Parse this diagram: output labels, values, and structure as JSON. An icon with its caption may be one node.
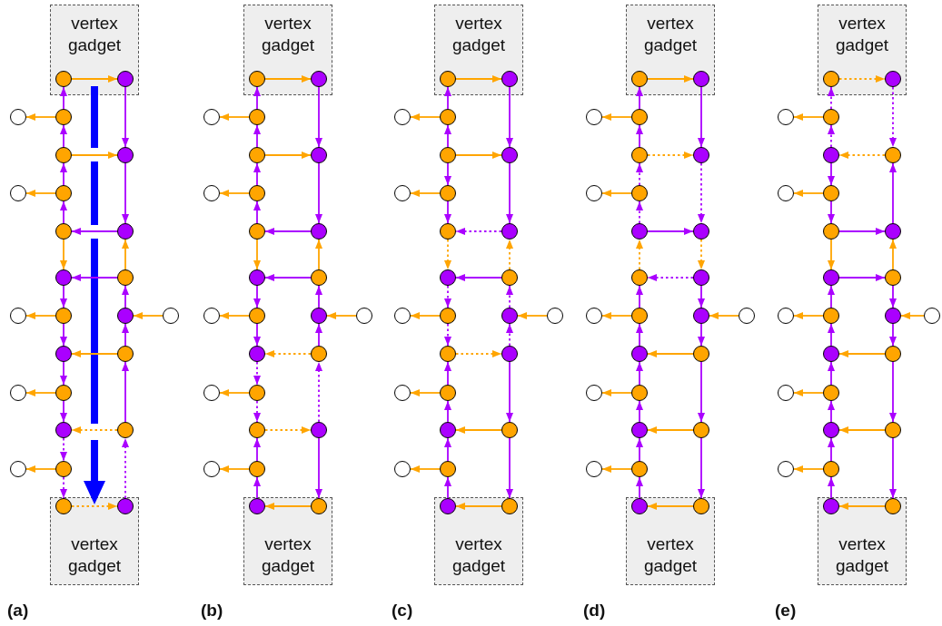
{
  "diagram": {
    "nodes": [
      {
        "text": [
          "vertex gadget"
        ]
      },
      {
        "text": [],
        "shape": "circle",
        "in": 0
      },
      {
        "text": [],
        "shape": "circle",
        "in": 0
      },
      {
        "text": [],
        "shape": "circle"
      },
      {
        "text": [],
        "shape": "circle"
      },
      {
        "text": [],
        "shape": "circle"
      },
      {
        "text": [],
        "shape": "circle"
      },
      {
        "text": [],
        "shape": "circle"
      },
      {
        "text": [],
        "shape": "circle"
      },
      {
        "text": [],
        "shape": "circle"
      },
      {
        "text": [],
        "shape": "circle"
      },
      {
        "text": [],
        "shape": "circle"
      },
      {
        "text": [],
        "shape": "circle"
      },
      {
        "text": [],
        "shape": "circle"
      },
      {
        "text": [],
        "shape": "circle"
      },
      {
        "text": [],
        "shape": "circle"
      },
      {
        "text": [],
        "shape": "circle"
      },
      {
        "text": [],
        "shape": "circle"
      },
      {
        "text": [],
        "shape": "circle"
      },
      {
        "text": [],
        "shape": "circle"
      },
      {
        "text": [],
        "shape": "circle"
      },
      {
        "text": [],
        "shape": "circle"
      },
      {
        "text": [],
        "shape": "circle"
      },
      {
        "text": [],
        "shape": "circle"
      },
      {
        "text": [],
        "shape": "circle"
      },
      {
        "text": [
          "vertex gadget"
        ]
      },
      {
        "text": [],
        "shape": "circle",
        "in": 25
      },
      {
        "text": [],
        "shape": "circle",
        "in": 25
      },
      {
        "text": [
          "vertex gadget"
        ]
      },
      {
        "text": [],
        "shape": "circle",
        "in": 28
      },
      {
        "text": [],
        "shape": "circle",
        "in": 28
      },
      {
        "text": [],
        "shape": "circle"
      },
      {
        "text": [],
        "shape": "circle"
      },
      {
        "text": [],
        "shape": "circle"
      },
      {
        "text": [],
        "shape": "circle"
      },
      {
        "text": [],
        "shape": "circle"
      },
      {
        "text": [],
        "shape": "circle"
      },
      {
        "text": [],
        "shape": "circle"
      },
      {
        "text": [],
        "shape": "circle"
      },
      {
        "text": [],
        "shape": "circle"
      },
      {
        "text": [],
        "shape": "circle"
      },
      {
        "text": [],
        "shape": "circle"
      },
      {
        "text": [],
        "shape": "circle"
      },
      {
        "text": [],
        "shape": "circle"
      },
      {
        "text": [],
        "shape": "circle"
      },
      {
        "text": [],
        "shape": "circle"
      },
      {
        "text": [],
        "shape": "circle"
      },
      {
        "text": [],
        "shape": "circle"
      },
      {
        "text": [],
        "shape": "circle"
      },
      {
        "text": [],
        "shape": "circle"
      },
      {
        "text": [],
        "shape": "circle"
      },
      {
        "text": [],
        "shape": "circle"
      },
      {
        "text": [],
        "shape": "circle"
      },
      {
        "text": [
          "vertex gadget"
        ]
      },
      {
        "text": [],
        "shape": "circle",
        "in": 53
      },
      {
        "text": [],
        "shape": "circle",
        "in": 53
      },
      {
        "text": [
          "vertex gadget"
        ]
      },
      {
        "text": [],
        "shape": "circle",
        "in": 56
      },
      {
        "text": [],
        "shape": "circle",
        "in": 56
      },
      {
        "text": [],
        "shape": "circle"
      },
      {
        "text": [],
        "shape": "circle"
      },
      {
        "text": [],
        "shape": "circle"
      },
      {
        "text": [],
        "shape": "circle"
      },
      {
        "text": [],
        "shape": "circle"
      },
      {
        "text": [],
        "shape": "circle"
      },
      {
        "text": [],
        "shape": "circle"
      },
      {
        "text": [],
        "shape": "circle"
      },
      {
        "text": [],
        "shape": "circle"
      },
      {
        "text": [],
        "shape": "circle"
      },
      {
        "text": [],
        "shape": "circle"
      },
      {
        "text": [],
        "shape": "circle"
      },
      {
        "text": [],
        "shape": "circle"
      },
      {
        "text": [],
        "shape": "circle"
      },
      {
        "text": [],
        "shape": "circle"
      },
      {
        "text": [],
        "shape": "circle"
      },
      {
        "text": [],
        "shape": "circle"
      },
      {
        "text": [],
        "shape": "circle"
      },
      {
        "text": [],
        "shape": "circle"
      },
      {
        "text": [],
        "shape": "circle"
      },
      {
        "text": [],
        "shape": "circle"
      },
      {
        "text": [],
        "shape": "circle"
      },
      {
        "text": [
          "vertex gadget"
        ]
      },
      {
        "text": [],
        "shape": "circle",
        "in": 81
      },
      {
        "text": [],
        "shape": "circle",
        "in": 81
      },
      {
        "text": [
          "vertex gadget"
        ]
      },
      {
        "text": [],
        "shape": "circle",
        "in": 84
      },
      {
        "text": [],
        "shape": "circle",
        "in": 84
      },
      {
        "text": [],
        "shape": "circle"
      },
      {
        "text": [],
        "shape": "circle"
      },
      {
        "text": [],
        "shape": "circle"
      },
      {
        "text": [],
        "shape": "circle"
      },
      {
        "text": [],
        "shape": "circle"
      },
      {
        "text": [],
        "shape": "circle"
      },
      {
        "text": [],
        "shape": "circle"
      },
      {
        "text": [],
        "shape": "circle"
      },
      {
        "text": [],
        "shape": "circle"
      },
      {
        "text": [],
        "shape": "circle"
      },
      {
        "text": [],
        "shape": "circle"
      },
      {
        "text": [],
        "shape": "circle"
      },
      {
        "text": [],
        "shape": "circle"
      },
      {
        "text": [],
        "shape": "circle"
      },
      {
        "text": [],
        "shape": "circle"
      },
      {
        "text": [],
        "shape": "circle"
      },
      {
        "text": [],
        "shape": "circle"
      },
      {
        "text": [],
        "shape": "circle"
      },
      {
        "text": [],
        "shape": "circle"
      },
      {
        "text": [],
        "shape": "circle"
      },
      {
        "text": [],
        "shape": "circle"
      },
      {
        "text": [],
        "shape": "circle"
      },
      {
        "text": [
          "vertex gadget"
        ]
      },
      {
        "text": [],
        "shape": "circle",
        "in": 109
      },
      {
        "text": [],
        "shape": "circle",
        "in": 109
      },
      {
        "text": [
          "vertex gadget"
        ]
      },
      {
        "text": [],
        "shape": "circle",
        "in": 112
      },
      {
        "text": [],
        "shape": "circle",
        "in": 112
      },
      {
        "text": [],
        "shape": "circle"
      },
      {
        "text": [],
        "shape": "circle"
      },
      {
        "text": [],
        "shape": "circle"
      },
      {
        "text": [],
        "shape": "circle"
      },
      {
        "text": [],
        "shape": "circle"
      },
      {
        "text": [],
        "shape": "circle"
      },
      {
        "text": [],
        "shape": "circle"
      },
      {
        "text": [],
        "shape": "circle"
      },
      {
        "text": [],
        "shape": "circle"
      },
      {
        "text": [],
        "shape": "circle"
      },
      {
        "text": [],
        "shape": "circle"
      },
      {
        "text": [],
        "shape": "circle"
      },
      {
        "text": [],
        "shape": "circle"
      },
      {
        "text": [],
        "shape": "circle"
      },
      {
        "text": [],
        "shape": "circle"
      },
      {
        "text": [],
        "shape": "circle"
      },
      {
        "text": [],
        "shape": "circle"
      },
      {
        "text": [],
        "shape": "circle"
      },
      {
        "text": [],
        "shape": "circle"
      },
      {
        "text": [],
        "shape": "circle"
      },
      {
        "text": [],
        "shape": "circle"
      },
      {
        "text": [],
        "shape": "circle"
      },
      {
        "text": [
          "vertex gadget"
        ]
      },
      {
        "text": [],
        "shape": "circle",
        "in": 137
      },
      {
        "text": [],
        "shape": "circle",
        "in": 137
      }
    ],
    "edges": [
      {
        "from": 1,
        "to": 2,
        "arrow": "to",
        "color": "#ffa500"
      },
      {
        "from": 4,
        "to": 1,
        "arrow": "to"
      },
      {
        "from": 5,
        "to": 4,
        "arrow": "to"
      },
      {
        "from": 8,
        "to": 5,
        "arrow": "to"
      },
      {
        "from": 9,
        "to": 8,
        "arrow": "to"
      },
      {
        "from": 4,
        "to": 3,
        "arrow": "to",
        "color": "#ffa500"
      },
      {
        "from": 8,
        "to": 7,
        "arrow": "to",
        "color": "#ffa500"
      },
      {
        "from": 14,
        "to": 13,
        "arrow": "to",
        "color": "#ffa500"
      },
      {
        "from": 20,
        "to": 19,
        "arrow": "to",
        "color": "#ffa500"
      },
      {
        "from": 24,
        "to": 23,
        "arrow": "to",
        "color": "#ffa500"
      },
      {
        "from": 5,
        "to": 6,
        "arrow": "to",
        "color": "#ffa500"
      },
      {
        "from": 2,
        "to": 6,
        "arrow": "to"
      },
      {
        "from": 6,
        "to": 10,
        "arrow": "to"
      },
      {
        "from": 10,
        "to": 9,
        "arrow": "to"
      },
      {
        "from": 9,
        "to": 11,
        "arrow": "to",
        "color": "#ffa500"
      },
      {
        "from": 12,
        "to": 11,
        "arrow": "to"
      },
      {
        "from": 12,
        "to": 10,
        "arrow": "to",
        "color": "#ffa500"
      },
      {
        "from": 11,
        "to": 14,
        "arrow": "to"
      },
      {
        "from": 14,
        "to": 17,
        "arrow": "to"
      },
      {
        "from": 17,
        "to": 20,
        "arrow": "to"
      },
      {
        "from": 20,
        "to": 21,
        "arrow": "to"
      },
      {
        "from": 15,
        "to": 12,
        "arrow": "to"
      },
      {
        "from": 16,
        "to": 15,
        "arrow": "to",
        "color": "#ffa500"
      },
      {
        "from": 18,
        "to": 15,
        "arrow": "to"
      },
      {
        "from": 18,
        "to": 17,
        "arrow": "to",
        "color": "#ffa500"
      },
      {
        "from": 22,
        "to": 18,
        "arrow": "to"
      },
      {
        "from": 22,
        "to": 21,
        "arrow": "to",
        "color": "#ffa500",
        "style": "dashed"
      },
      {
        "from": 21,
        "to": 24,
        "arrow": "to",
        "style": "dashed"
      },
      {
        "from": 24,
        "to": 26,
        "arrow": "to",
        "style": "dashed"
      },
      {
        "from": 26,
        "to": 27,
        "arrow": "to",
        "color": "#ffa500",
        "style": "dashed"
      },
      {
        "from": 27,
        "to": 22,
        "arrow": "to",
        "style": "dashed"
      },
      {
        "from": 29,
        "to": 30,
        "arrow": "to",
        "color": "#ffa500"
      },
      {
        "from": 32,
        "to": 29,
        "arrow": "to"
      },
      {
        "from": 33,
        "to": 32,
        "arrow": "to"
      },
      {
        "from": 36,
        "to": 33,
        "arrow": "to"
      },
      {
        "from": 37,
        "to": 36,
        "arrow": "to"
      },
      {
        "from": 32,
        "to": 31,
        "arrow": "to",
        "color": "#ffa500"
      },
      {
        "from": 36,
        "to": 35,
        "arrow": "to",
        "color": "#ffa500"
      },
      {
        "from": 42,
        "to": 41,
        "arrow": "to",
        "color": "#ffa500"
      },
      {
        "from": 48,
        "to": 47,
        "arrow": "to",
        "color": "#ffa500"
      },
      {
        "from": 52,
        "to": 51,
        "arrow": "to",
        "color": "#ffa500"
      },
      {
        "from": 33,
        "to": 34,
        "arrow": "to",
        "color": "#ffa500"
      },
      {
        "from": 30,
        "to": 34,
        "arrow": "to"
      },
      {
        "from": 34,
        "to": 38,
        "arrow": "to"
      },
      {
        "from": 38,
        "to": 37,
        "arrow": "to"
      },
      {
        "from": 37,
        "to": 39,
        "arrow": "to",
        "color": "#ffa500"
      },
      {
        "from": 40,
        "to": 39,
        "arrow": "to"
      },
      {
        "from": 40,
        "to": 38,
        "arrow": "to",
        "color": "#ffa500"
      },
      {
        "from": 39,
        "to": 42,
        "arrow": "to"
      },
      {
        "from": 42,
        "to": 45,
        "arrow": "to"
      },
      {
        "from": 43,
        "to": 40,
        "arrow": "to"
      },
      {
        "from": 44,
        "to": 43,
        "arrow": "to",
        "color": "#ffa500"
      },
      {
        "from": 46,
        "to": 43,
        "arrow": "to"
      },
      {
        "from": 46,
        "to": 45,
        "arrow": "to",
        "color": "#ffa500",
        "style": "dashed"
      },
      {
        "from": 45,
        "to": 48,
        "arrow": "to",
        "style": "dashed"
      },
      {
        "from": 48,
        "to": 49,
        "arrow": "to",
        "style": "dashed"
      },
      {
        "from": 49,
        "to": 50,
        "arrow": "to",
        "color": "#ffa500",
        "style": "dashed"
      },
      {
        "from": 50,
        "to": 46,
        "arrow": "to",
        "style": "dashed"
      },
      {
        "from": 50,
        "to": 55,
        "arrow": "to"
      },
      {
        "from": 55,
        "to": 54,
        "arrow": "to",
        "color": "#ffa500"
      },
      {
        "from": 54,
        "to": 52,
        "arrow": "to"
      },
      {
        "from": 52,
        "to": 49,
        "arrow": "to"
      },
      {
        "from": 57,
        "to": 58,
        "arrow": "to",
        "color": "#ffa500"
      },
      {
        "from": 60,
        "to": 57,
        "arrow": "to"
      },
      {
        "from": 61,
        "to": 60,
        "arrow": "to"
      },
      {
        "from": 61,
        "to": 64,
        "arrow": "to"
      },
      {
        "from": 64,
        "to": 65,
        "arrow": "to"
      },
      {
        "from": 60,
        "to": 59,
        "arrow": "to",
        "color": "#ffa500"
      },
      {
        "from": 64,
        "to": 63,
        "arrow": "to",
        "color": "#ffa500"
      },
      {
        "from": 70,
        "to": 69,
        "arrow": "to",
        "color": "#ffa500"
      },
      {
        "from": 76,
        "to": 75,
        "arrow": "to",
        "color": "#ffa500"
      },
      {
        "from": 80,
        "to": 79,
        "arrow": "to",
        "color": "#ffa500"
      },
      {
        "from": 61,
        "to": 62,
        "arrow": "to",
        "color": "#ffa500"
      },
      {
        "from": 58,
        "to": 62,
        "arrow": "to"
      },
      {
        "from": 62,
        "to": 66,
        "arrow": "to"
      },
      {
        "from": 66,
        "to": 65,
        "arrow": "to",
        "style": "dashed"
      },
      {
        "from": 65,
        "to": 67,
        "arrow": "to",
        "color": "#ffa500",
        "style": "dashed"
      },
      {
        "from": 68,
        "to": 66,
        "arrow": "to",
        "color": "#ffa500",
        "style": "dashed"
      },
      {
        "from": 68,
        "to": 67,
        "arrow": "to"
      },
      {
        "from": 67,
        "to": 70,
        "arrow": "to",
        "style": "dashed"
      },
      {
        "from": 70,
        "to": 73,
        "arrow": "to",
        "style": "dashed"
      },
      {
        "from": 73,
        "to": 74,
        "arrow": "to",
        "color": "#ffa500",
        "style": "dashed"
      },
      {
        "from": 71,
        "to": 68,
        "arrow": "to",
        "style": "dashed"
      },
      {
        "from": 74,
        "to": 71,
        "arrow": "to",
        "style": "dashed"
      },
      {
        "from": 72,
        "to": 71,
        "arrow": "to",
        "color": "#ffa500"
      },
      {
        "from": 74,
        "to": 78,
        "arrow": "to"
      },
      {
        "from": 78,
        "to": 83,
        "arrow": "to"
      },
      {
        "from": 78,
        "to": 77,
        "arrow": "to",
        "color": "#ffa500"
      },
      {
        "from": 83,
        "to": 82,
        "arrow": "to",
        "color": "#ffa500"
      },
      {
        "from": 82,
        "to": 80,
        "arrow": "to"
      },
      {
        "from": 80,
        "to": 77,
        "arrow": "to"
      },
      {
        "from": 77,
        "to": 76,
        "arrow": "to"
      },
      {
        "from": 76,
        "to": 73,
        "arrow": "to"
      },
      {
        "from": 85,
        "to": 86,
        "arrow": "to",
        "color": "#ffa500"
      },
      {
        "from": 88,
        "to": 85,
        "arrow": "to"
      },
      {
        "from": 89,
        "to": 88,
        "arrow": "to"
      },
      {
        "from": 89,
        "to": 90,
        "arrow": "to",
        "color": "#ffa500",
        "style": "dashed"
      },
      {
        "from": 92,
        "to": 89,
        "arrow": "to",
        "style": "dashed"
      },
      {
        "from": 93,
        "to": 92,
        "arrow": "to",
        "style": "dashed"
      },
      {
        "from": 88,
        "to": 87,
        "arrow": "to",
        "color": "#ffa500"
      },
      {
        "from": 92,
        "to": 91,
        "arrow": "to",
        "color": "#ffa500"
      },
      {
        "from": 98,
        "to": 97,
        "arrow": "to",
        "color": "#ffa500"
      },
      {
        "from": 104,
        "to": 103,
        "arrow": "to",
        "color": "#ffa500"
      },
      {
        "from": 108,
        "to": 107,
        "arrow": "to",
        "color": "#ffa500"
      },
      {
        "from": 86,
        "to": 90,
        "arrow": "to"
      },
      {
        "from": 90,
        "to": 94,
        "arrow": "to",
        "style": "dashed"
      },
      {
        "from": 93,
        "to": 94,
        "arrow": "to"
      },
      {
        "from": 94,
        "to": 96,
        "arrow": "to",
        "color": "#ffa500",
        "style": "dashed"
      },
      {
        "from": 96,
        "to": 95,
        "arrow": "to",
        "style": "dashed"
      },
      {
        "from": 95,
        "to": 93,
        "arrow": "to",
        "color": "#ffa500",
        "style": "dashed"
      },
      {
        "from": 98,
        "to": 95,
        "arrow": "to"
      },
      {
        "from": 101,
        "to": 98,
        "arrow": "to"
      },
      {
        "from": 104,
        "to": 101,
        "arrow": "to"
      },
      {
        "from": 105,
        "to": 104,
        "arrow": "to"
      },
      {
        "from": 108,
        "to": 105,
        "arrow": "to"
      },
      {
        "from": 110,
        "to": 108,
        "arrow": "to"
      },
      {
        "from": 96,
        "to": 99,
        "arrow": "to"
      },
      {
        "from": 100,
        "to": 99,
        "arrow": "to",
        "color": "#ffa500"
      },
      {
        "from": 99,
        "to": 102,
        "arrow": "to"
      },
      {
        "from": 102,
        "to": 101,
        "arrow": "to",
        "color": "#ffa500"
      },
      {
        "from": 102,
        "to": 106,
        "arrow": "to"
      },
      {
        "from": 106,
        "to": 105,
        "arrow": "to",
        "color": "#ffa500"
      },
      {
        "from": 106,
        "to": 111,
        "arrow": "to"
      },
      {
        "from": 111,
        "to": 110,
        "arrow": "to",
        "color": "#ffa500"
      },
      {
        "from": 113,
        "to": 114,
        "arrow": "to",
        "color": "#ffa500",
        "style": "dashed"
      },
      {
        "from": 116,
        "to": 113,
        "arrow": "to",
        "style": "dashed"
      },
      {
        "from": 117,
        "to": 116,
        "arrow": "to",
        "style": "dashed"
      },
      {
        "from": 114,
        "to": 118,
        "arrow": "to",
        "style": "dashed"
      },
      {
        "from": 118,
        "to": 117,
        "arrow": "to",
        "color": "#ffa500",
        "style": "dashed"
      },
      {
        "from": 117,
        "to": 120,
        "arrow": "to"
      },
      {
        "from": 120,
        "to": 121,
        "arrow": "to"
      },
      {
        "from": 116,
        "to": 115,
        "arrow": "to",
        "color": "#ffa500"
      },
      {
        "from": 120,
        "to": 119,
        "arrow": "to",
        "color": "#ffa500"
      },
      {
        "from": 126,
        "to": 125,
        "arrow": "to",
        "color": "#ffa500"
      },
      {
        "from": 132,
        "to": 131,
        "arrow": "to",
        "color": "#ffa500"
      },
      {
        "from": 136,
        "to": 135,
        "arrow": "to",
        "color": "#ffa500"
      },
      {
        "from": 122,
        "to": 118,
        "arrow": "to"
      },
      {
        "from": 121,
        "to": 122,
        "arrow": "to"
      },
      {
        "from": 121,
        "to": 123,
        "arrow": "to",
        "color": "#ffa500"
      },
      {
        "from": 123,
        "to": 124,
        "arrow": "to"
      },
      {
        "from": 124,
        "to": 122,
        "arrow": "to",
        "color": "#ffa500"
      },
      {
        "from": 124,
        "to": 127,
        "arrow": "to"
      },
      {
        "from": 128,
        "to": 127,
        "arrow": "to",
        "color": "#ffa500"
      },
      {
        "from": 127,
        "to": 130,
        "arrow": "to"
      },
      {
        "from": 126,
        "to": 123,
        "arrow": "to"
      },
      {
        "from": 129,
        "to": 126,
        "arrow": "to"
      },
      {
        "from": 132,
        "to": 129,
        "arrow": "to"
      },
      {
        "from": 133,
        "to": 132,
        "arrow": "to"
      },
      {
        "from": 136,
        "to": 133,
        "arrow": "to"
      },
      {
        "from": 138,
        "to": 136,
        "arrow": "to"
      },
      {
        "from": 130,
        "to": 129,
        "arrow": "to",
        "color": "#ffa500"
      },
      {
        "from": 130,
        "to": 134,
        "arrow": "to"
      },
      {
        "from": 134,
        "to": 133,
        "arrow": "to",
        "color": "#ffa500"
      },
      {
        "from": 134,
        "to": 139,
        "arrow": "to"
      },
      {
        "from": 139,
        "to": 138,
        "arrow": "to",
        "color": "#ffa500"
      }
    ],
    "labels": [
      "(a)",
      "(b)",
      "(c)",
      "(d)",
      "(e)"
    ]
  }
}
